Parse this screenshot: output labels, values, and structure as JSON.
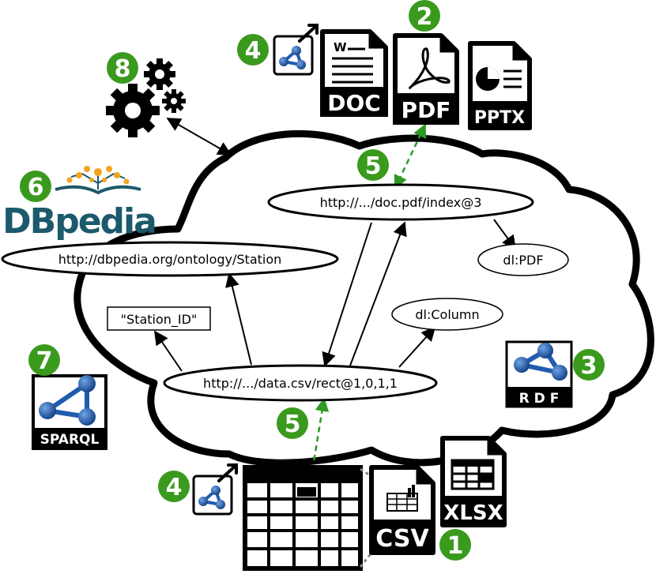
{
  "nodes": {
    "pdf_index": "http://.../doc.pdf/index@3",
    "dbpedia_station": "http://dbpedia.org/ontology/Station",
    "dl_pdf": "dl:PDF",
    "station_id": "\"Station_ID\"",
    "dl_column": "dl:Column",
    "csv_rect": "http://.../data.csv/rect@1,0,1,1"
  },
  "badges": {
    "b1": "1",
    "b2": "2",
    "b3": "3",
    "b4a": "4",
    "b4b": "4",
    "b5a": "5",
    "b5b": "5",
    "b6": "6",
    "b7": "7",
    "b8": "8"
  },
  "files": {
    "doc": "DOC",
    "pdf": "PDF",
    "pptx": "PPTX",
    "csv": "CSV",
    "xlsx": "XLSX"
  },
  "logos": {
    "dbpedia": "DBpedia",
    "sparql": "SPARQL",
    "rdf": "R D F"
  },
  "colors": {
    "badge_green": "#3a9a1e",
    "semantic_blue": "#1f5cae",
    "dbpedia_teal": "#1b5a6b",
    "dbpedia_orange": "#f2a51d",
    "link_green": "#2e9a24"
  },
  "icons": [
    "gears-icon",
    "rdf-graph-icon",
    "export-graph-icon",
    "document-icon",
    "pdf-icon",
    "presentation-icon",
    "spreadsheet-icon",
    "table-icon"
  ]
}
